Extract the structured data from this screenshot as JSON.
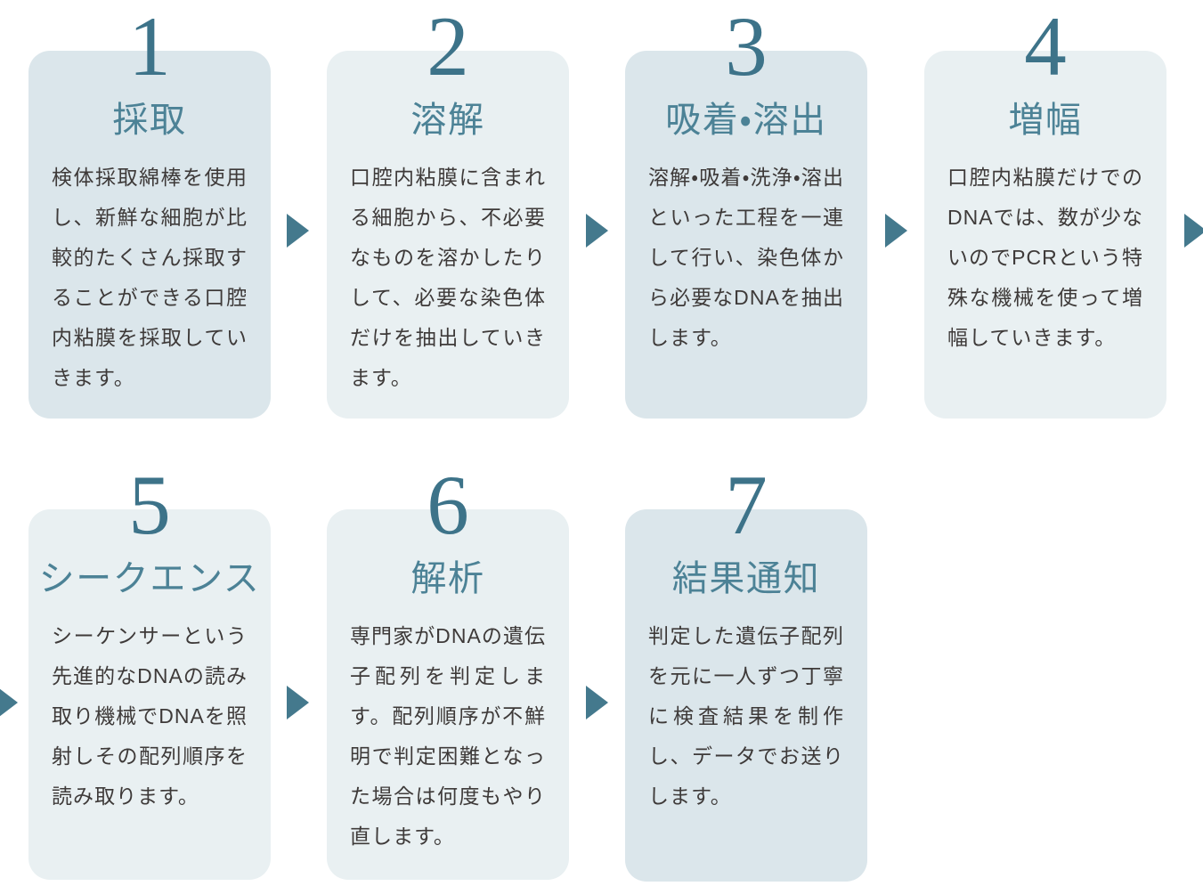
{
  "colors": {
    "page_bg": "#ffffff",
    "card_dark": "#dbe6eb",
    "card_light": "#e9f0f2",
    "accent_number": "#3d7389",
    "accent_title": "#4c8296",
    "accent_arrow": "#44798d",
    "body_text": "#3e3a39"
  },
  "steps": [
    {
      "number": "1",
      "title": "採取",
      "body": "検体採取綿棒を使用し、新鮮な細胞が比較的たくさん採取することができる口腔内粘膜を採取していきます。",
      "tone": "dark"
    },
    {
      "number": "2",
      "title": "溶解",
      "body": "口腔内粘膜に含まれる細胞から、不必要なものを溶かしたりして、必要な染色体だけを抽出していきます。",
      "tone": "light"
    },
    {
      "number": "3",
      "title": "吸着・溶出",
      "body": "溶解・吸着・洗浄・溶出といった工程を一連して行い、染色体から必要なDNAを抽出します。",
      "tone": "dark"
    },
    {
      "number": "4",
      "title": "増幅",
      "body": "口腔内粘膜だけでのDNAでは、数が少ないのでPCRという特殊な機械を使って増幅していきます。",
      "tone": "light"
    },
    {
      "number": "5",
      "title": "シークエンス",
      "body": "シーケンサーという先進的なDNAの読み取り機械でDNAを照射しその配列順序を読み取ります。",
      "tone": "light"
    },
    {
      "number": "6",
      "title": "解析",
      "body": "専門家がDNAの遺伝子配列を判定します。配列順序が不鮮明で判定困難となった場合は何度もやり直します。",
      "tone": "light"
    },
    {
      "number": "7",
      "title": "結果通知",
      "body": "判定した遺伝子配列を元に一人ずつ丁寧に検査結果を制作し、データでお送りします。",
      "tone": "dark"
    }
  ]
}
